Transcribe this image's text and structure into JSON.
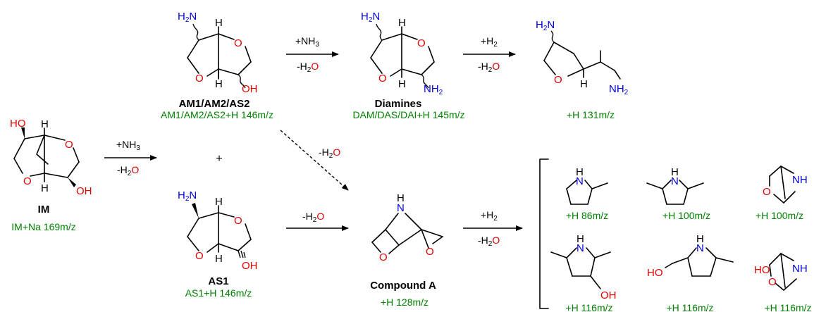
{
  "compounds": {
    "im": {
      "label": "IM",
      "mz": "IM+Na 169m/z"
    },
    "am": {
      "label": "AM1/AM2/AS2",
      "mz": "AM1/AM2/AS2+H 146m/z"
    },
    "as1": {
      "label": "AS1",
      "mz": "AS1+H 146m/z"
    },
    "diamines": {
      "label": "Diamines",
      "mz": "DAM/DAS/DAI+H 145m/z"
    },
    "open": {
      "mz": "+H 131m/z"
    },
    "compA": {
      "label": "Compound A",
      "mz": "+H 128m/z"
    }
  },
  "conditions": {
    "plus": "+",
    "nh3_prefix": "+NH",
    "h2_prefix": "+H",
    "h2o_prefix": "-H",
    "h2o_suffix": "O",
    "sub2": "2",
    "sub3": "3"
  },
  "atoms": {
    "O": "O",
    "N": "N",
    "H": "H",
    "OH": "OH",
    "HO": "HO",
    "NH": "NH",
    "NH2": "NH",
    "H2N": "H"
  },
  "products": [
    {
      "mz": "+H 86m/z"
    },
    {
      "mz": "+H 100m/z"
    },
    {
      "mz": "+H 100m/z"
    },
    {
      "mz": "+H 116m/z"
    },
    {
      "mz": "+H 116m/z"
    },
    {
      "mz": "+H 116m/z"
    }
  ]
}
